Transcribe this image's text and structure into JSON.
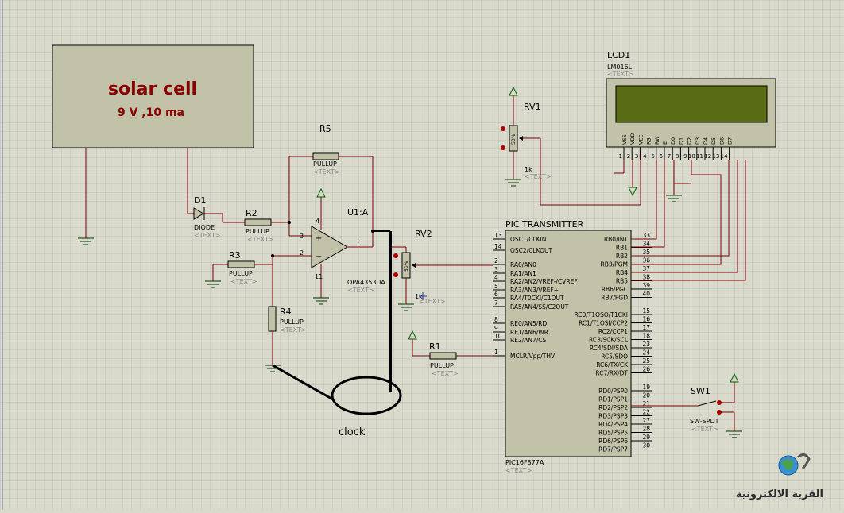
{
  "solar": {
    "title": "solar cell",
    "subtitle": "9 V ,10 ma"
  },
  "parts": {
    "d1": {
      "ref": "D1",
      "type": "DIODE",
      "text": "<TEXT>"
    },
    "r1": {
      "ref": "R1",
      "type": "PULLUP",
      "text": "<TEXT>"
    },
    "r2": {
      "ref": "R2",
      "type": "PULLUP",
      "text": "<TEXT>"
    },
    "r3": {
      "ref": "R3",
      "type": "PULLUP",
      "text": "<TEXT>"
    },
    "r4": {
      "ref": "R4",
      "type": "PULLUP",
      "text": "<TEXT>"
    },
    "r5": {
      "ref": "R5",
      "type": "PULLUP",
      "text": "<TEXT>"
    },
    "u1": {
      "ref": "U1:A",
      "type": "OPA4353UA",
      "text": "<TEXT>",
      "pins": [
        "4",
        "3",
        "2",
        "11",
        "1"
      ]
    },
    "rv1": {
      "ref": "RV1",
      "value": "1k",
      "text": "<TEXT>",
      "pct": "50%"
    },
    "rv2": {
      "ref": "RV2",
      "value": "1k",
      "text": "<TEXT>",
      "pct": "50%"
    },
    "lcd": {
      "ref": "LCD1",
      "type": "LM016L",
      "text": "<TEXT>",
      "pins": [
        {
          "name": "VSS",
          "num": "1"
        },
        {
          "name": "VDD",
          "num": "2"
        },
        {
          "name": "VEE",
          "num": "3"
        },
        {
          "name": "RS",
          "num": "4"
        },
        {
          "name": "RW",
          "num": "5"
        },
        {
          "name": "E",
          "num": "6"
        },
        {
          "name": "D0",
          "num": "7"
        },
        {
          "name": "D1",
          "num": "8"
        },
        {
          "name": "D2",
          "num": "9"
        },
        {
          "name": "D3",
          "num": "10"
        },
        {
          "name": "D4",
          "num": "11"
        },
        {
          "name": "D5",
          "num": "12"
        },
        {
          "name": "D6",
          "num": "13"
        },
        {
          "name": "D7",
          "num": "14"
        }
      ]
    },
    "pic": {
      "ref": "PIC TRANSMITTER",
      "type": "PIC16F877A",
      "text": "<TEXT>",
      "left": [
        {
          "num": "13",
          "name": "OSC1/CLKIN"
        },
        {
          "num": "14",
          "name": "OSC2/CLKOUT"
        },
        {
          "num": "2",
          "name": "RA0/AN0"
        },
        {
          "num": "3",
          "name": "RA1/AN1"
        },
        {
          "num": "4",
          "name": "RA2/AN2/VREF-/CVREF"
        },
        {
          "num": "5",
          "name": "RA3/AN3/VREF+"
        },
        {
          "num": "6",
          "name": "RA4/T0CKI/C1OUT"
        },
        {
          "num": "7",
          "name": "RA5/AN4/SS/C2OUT"
        },
        {
          "num": "8",
          "name": "RE0/AN5/RD"
        },
        {
          "num": "9",
          "name": "RE1/AN6/WR"
        },
        {
          "num": "10",
          "name": "RE2/AN7/CS"
        },
        {
          "num": "1",
          "name": "MCLR/Vpp/THV"
        }
      ],
      "right_b": [
        {
          "num": "33",
          "name": "RB0/INT"
        },
        {
          "num": "34",
          "name": "RB1"
        },
        {
          "num": "35",
          "name": "RB2"
        },
        {
          "num": "36",
          "name": "RB3/PGM"
        },
        {
          "num": "37",
          "name": "RB4"
        },
        {
          "num": "38",
          "name": "RB5"
        },
        {
          "num": "39",
          "name": "RB6/PGC"
        },
        {
          "num": "40",
          "name": "RB7/PGD"
        }
      ],
      "right_c": [
        {
          "num": "15",
          "name": "RC0/T1OSO/T1CKI"
        },
        {
          "num": "16",
          "name": "RC1/T1OSI/CCP2"
        },
        {
          "num": "17",
          "name": "RC2/CCP1"
        },
        {
          "num": "18",
          "name": "RC3/SCK/SCL"
        },
        {
          "num": "23",
          "name": "RC4/SDI/SDA"
        },
        {
          "num": "24",
          "name": "RC5/SDO"
        },
        {
          "num": "25",
          "name": "RC6/TX/CK"
        },
        {
          "num": "26",
          "name": "RC7/RX/DT"
        }
      ],
      "right_d": [
        {
          "num": "19",
          "name": "RD0/PSP0"
        },
        {
          "num": "20",
          "name": "RD1/PSP1"
        },
        {
          "num": "21",
          "name": "RD2/PSP2"
        },
        {
          "num": "22",
          "name": "RD3/PSP3"
        },
        {
          "num": "27",
          "name": "RD4/PSP4"
        },
        {
          "num": "28",
          "name": "RD5/PSP5"
        },
        {
          "num": "29",
          "name": "RD6/PSP6"
        },
        {
          "num": "30",
          "name": "RD7/PSP7"
        }
      ]
    },
    "sw1": {
      "ref": "SW1",
      "type": "SW-SPDT",
      "text": "<TEXT>"
    }
  },
  "clock": {
    "label": "clock"
  },
  "watermark": {
    "text": "القرية الالكترونية"
  },
  "colors": {
    "background": "#d9d9cc",
    "grid": "#c3c3b5",
    "wire": "#7a0000",
    "component_fill": "#c2c2a8",
    "lcd_screen": "#596b14",
    "pin_red": "#b00000",
    "ground": "#003300"
  }
}
